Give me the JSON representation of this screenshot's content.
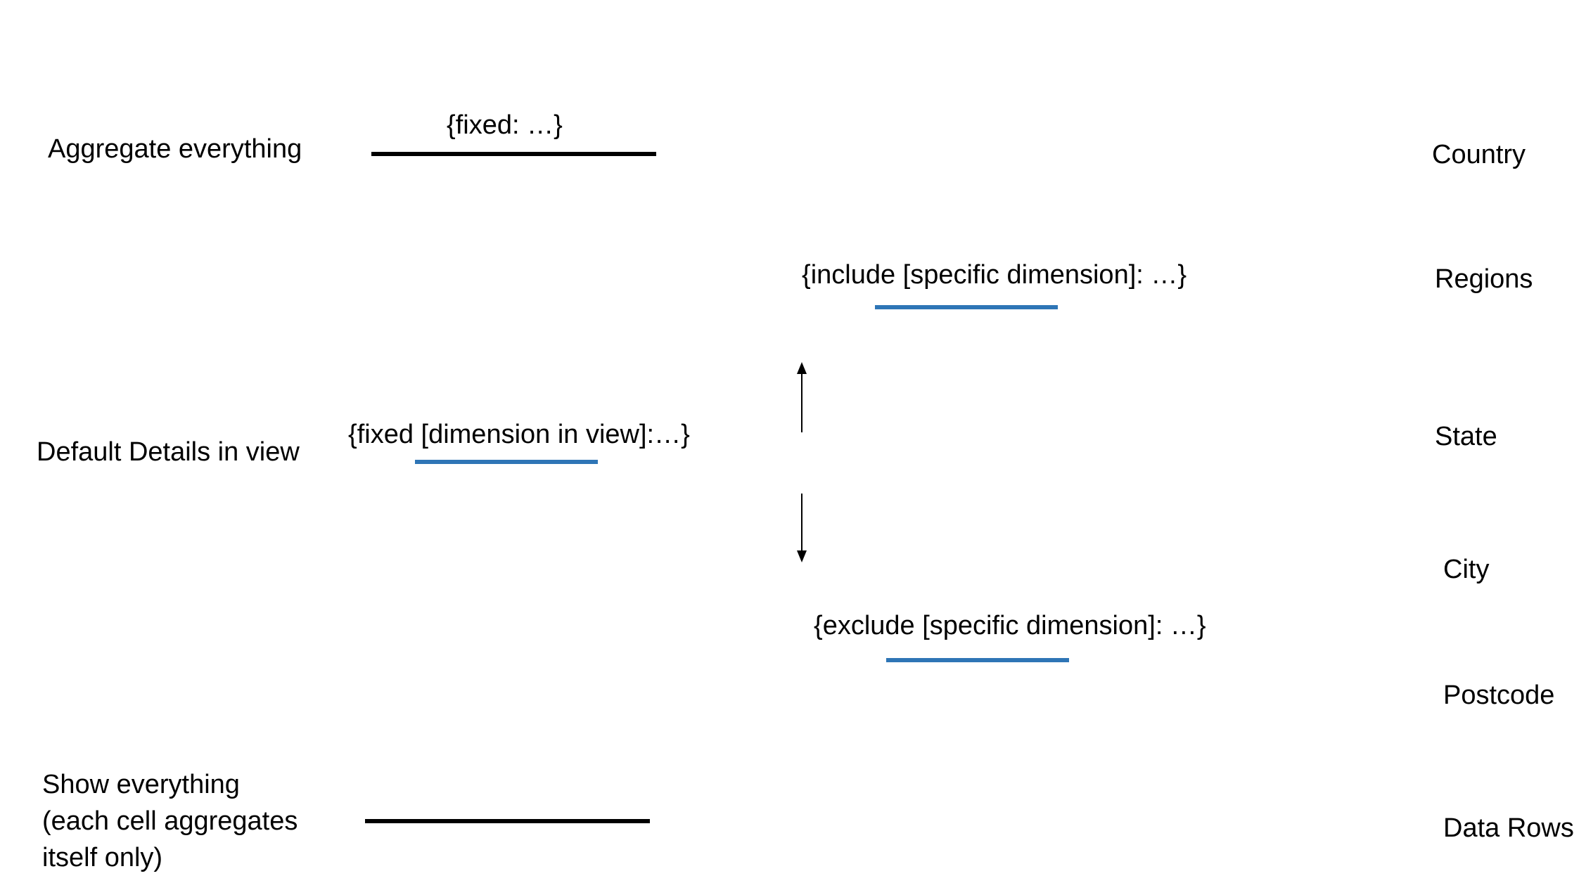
{
  "left_labels": {
    "aggregate": "Aggregate everything",
    "default": "Default Details in view",
    "show_line1": "Show everything",
    "show_line2": "(each cell aggregates",
    "show_line3": "itself only)"
  },
  "expressions": {
    "fixed_all": "{fixed: …}",
    "fixed_view": "{fixed [dimension in view]:…}",
    "include": "{include [specific dimension]: …}",
    "exclude": "{exclude [specific dimension]: …}"
  },
  "levels": [
    "Country",
    "Regions",
    "State",
    "City",
    "Postcode",
    "Data Rows"
  ],
  "colors": {
    "black_bar": "#000000",
    "blue_bar": "#2e75b6"
  }
}
